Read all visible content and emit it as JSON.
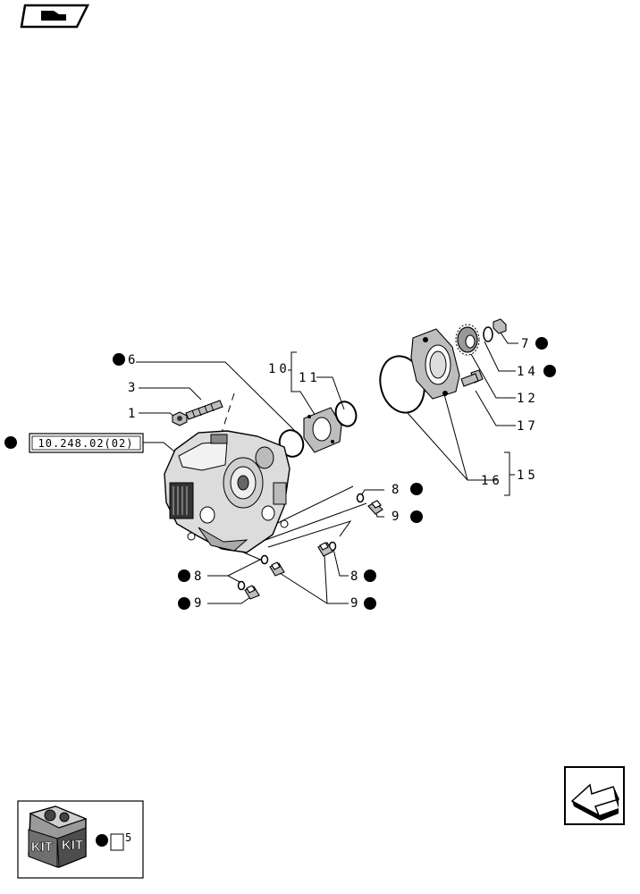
{
  "nav": {
    "top_icon": "book-hand-icon",
    "next_icon": "arrow-next-icon"
  },
  "reference_box": "10.248.02(02)",
  "labels": {
    "l1": "1",
    "l3": "3",
    "l6": "6",
    "l7": "7",
    "l8a": "8",
    "l8b": "8",
    "l8c": "8",
    "l9a": "9",
    "l9b": "9",
    "l9c": "9",
    "l10": "10",
    "l11": "11",
    "l12": "12",
    "l14": "14",
    "l15": "15",
    "l16": "16",
    "l17": "17"
  },
  "kit": {
    "icon": "kit-box-icon",
    "text_left": "KIT",
    "text_right": "KIT",
    "ref_number": "5"
  },
  "colors": {
    "ink": "#000000",
    "paper": "#ffffff"
  }
}
